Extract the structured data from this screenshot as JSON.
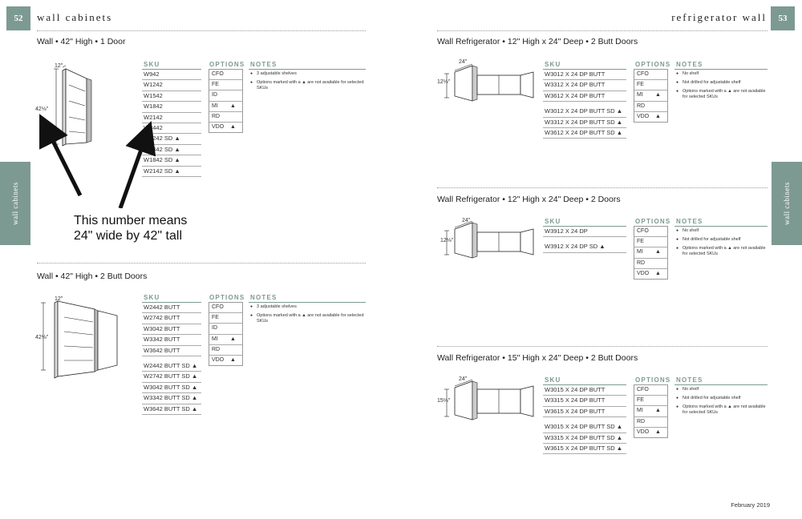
{
  "left_page": {
    "page_number": "52",
    "chapter_title": "wall cabinets",
    "side_tab": "wall cabinets",
    "sections": [
      {
        "title": "Wall • 42\" High • 1 Door",
        "dims": {
          "width": "12\"",
          "height": "42⅛\""
        },
        "sku_header": "SKU",
        "options_header": "OPTIONS",
        "notes_header": "NOTES",
        "skus": [
          "W942",
          "W1242",
          "W1542",
          "W1842",
          "W2142",
          "W2442"
        ],
        "skus_sd": [
          "W2242 SD ▲",
          "W2442 SD ▲",
          "W1842 SD ▲",
          "W2142 SD ▲"
        ],
        "options": [
          {
            "code": "CFO",
            "tri": ""
          },
          {
            "code": "FE",
            "tri": ""
          },
          {
            "code": "ID",
            "tri": ""
          },
          {
            "code": "MI",
            "tri": "▲"
          },
          {
            "code": "RD",
            "tri": ""
          },
          {
            "code": "VDO",
            "tri": "▲"
          }
        ],
        "notes": [
          "3 adjustable shelves",
          "Options marked with a ▲ are not available for selected SKUs"
        ]
      },
      {
        "title": "Wall • 42\" High • 2 Butt Doors",
        "dims": {
          "width": "12\"",
          "height": "42⅛\""
        },
        "sku_header": "SKU",
        "options_header": "OPTIONS",
        "notes_header": "NOTES",
        "skus": [
          "W2442 BUTT",
          "W2742 BUTT",
          "W3042 BUTT",
          "W3342 BUTT",
          "W3642 BUTT"
        ],
        "skus_sd": [
          "W2442 BUTT SD ▲",
          "W2742 BUTT SD ▲",
          "W3042 BUTT SD ▲",
          "W3342 BUTT SD ▲",
          "W3642 BUTT SD ▲"
        ],
        "options": [
          {
            "code": "CFO",
            "tri": ""
          },
          {
            "code": "FE",
            "tri": ""
          },
          {
            "code": "ID",
            "tri": ""
          },
          {
            "code": "MI",
            "tri": "▲"
          },
          {
            "code": "RD",
            "tri": ""
          },
          {
            "code": "VDO",
            "tri": "▲"
          }
        ],
        "notes": [
          "3 adjustable shelves",
          "Options marked with a ▲ are not available for selected SKUs"
        ]
      }
    ],
    "annotation": {
      "line1": "This number means",
      "line2": "24\" wide by 42\" tall"
    }
  },
  "right_page": {
    "page_number": "53",
    "chapter_title": "refrigerator wall",
    "side_tab": "wall cabinets",
    "sections": [
      {
        "title": "Wall Refrigerator • 12\" High x 24\" Deep • 2 Butt Doors",
        "dims": {
          "depth": "24\"",
          "height": "12⅛\""
        },
        "sku_header": "SKU",
        "options_header": "OPTIONS",
        "notes_header": "NOTES",
        "skus": [
          "W3012 X 24 DP BUTT",
          "W3312 X 24 DP BUTT",
          "W3612 X 24 DP BUTT"
        ],
        "skus_sd": [
          "W3012 X 24 DP BUTT SD ▲",
          "W3312 X 24 DP BUTT SD ▲",
          "W3612 X 24 DP BUTT SD ▲"
        ],
        "options": [
          {
            "code": "CFO",
            "tri": ""
          },
          {
            "code": "FE",
            "tri": ""
          },
          {
            "code": "MI",
            "tri": "▲"
          },
          {
            "code": "RD",
            "tri": ""
          },
          {
            "code": "VDO",
            "tri": "▲"
          }
        ],
        "notes": [
          "No shelf",
          "Not drilled for adjustable shelf",
          "Options marked with a ▲ are not available for selected SKUs"
        ]
      },
      {
        "title": "Wall Refrigerator • 12\" High x 24\" Deep • 2 Doors",
        "dims": {
          "depth": "24\"",
          "height": "12⅛\""
        },
        "sku_header": "SKU",
        "options_header": "OPTIONS",
        "notes_header": "NOTES",
        "skus": [
          "W3912 X 24 DP"
        ],
        "skus_sd": [
          "W3912 X 24 DP SD ▲"
        ],
        "options": [
          {
            "code": "CFO",
            "tri": ""
          },
          {
            "code": "FE",
            "tri": ""
          },
          {
            "code": "MI",
            "tri": "▲"
          },
          {
            "code": "RD",
            "tri": ""
          },
          {
            "code": "VDO",
            "tri": "▲"
          }
        ],
        "notes": [
          "No shelf",
          "Not drilled for adjustable shelf",
          "Options marked with a ▲ are not available for selected SKUs"
        ]
      },
      {
        "title": "Wall Refrigerator • 15\" High x 24\" Deep • 2 Butt Doors",
        "dims": {
          "depth": "24\"",
          "height": "15⅛\""
        },
        "sku_header": "SKU",
        "options_header": "OPTIONS",
        "notes_header": "NOTES",
        "skus": [
          "W3015 X 24 DP BUTT",
          "W3315 X 24 DP BUTT",
          "W3615 X 24 DP BUTT"
        ],
        "skus_sd": [
          "W3015 X 24 DP BUTT SD ▲",
          "W3315 X 24 DP BUTT SD ▲",
          "W3615 X 24 DP BUTT SD ▲"
        ],
        "options": [
          {
            "code": "CFO",
            "tri": ""
          },
          {
            "code": "FE",
            "tri": ""
          },
          {
            "code": "MI",
            "tri": "▲"
          },
          {
            "code": "RD",
            "tri": ""
          },
          {
            "code": "VDO",
            "tri": "▲"
          }
        ],
        "notes": [
          "No shelf",
          "Not drilled for adjustable shelf",
          "Options marked with a ▲ are not available for selected SKUs"
        ]
      }
    ],
    "footer_date": "February 2019"
  },
  "colors": {
    "accent": "#7d9a92",
    "rule": "#999999",
    "text": "#333333"
  }
}
